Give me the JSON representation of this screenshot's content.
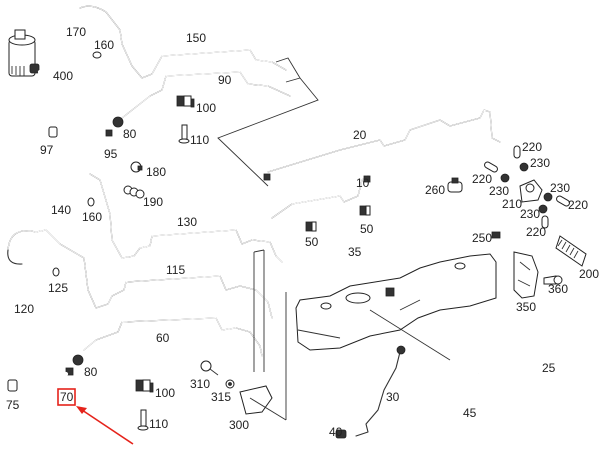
{
  "diagram": {
    "title": "Fuel system exploded parts diagram",
    "highlight_color": "#e5231b",
    "highlighted_callout": "70",
    "callouts": {
      "c170": "170",
      "c160a": "160",
      "c150": "150",
      "c400": "400",
      "c90": "90",
      "c100a": "100",
      "c80a": "80",
      "c97": "97",
      "c95": "95",
      "c110a": "110",
      "c20": "20",
      "c220a": "220",
      "c230a": "230",
      "c180": "180",
      "c260": "260",
      "c220b": "220",
      "c230b": "230",
      "c10": "10",
      "c230c": "230",
      "c210": "210",
      "c220c": "220",
      "c140": "140",
      "c160b": "160",
      "c190": "190",
      "c230d": "230",
      "c220d": "220",
      "c130": "130",
      "c50a": "50",
      "c50b": "50",
      "c250": "250",
      "c35": "35",
      "c200": "200",
      "c125": "125",
      "c115": "115",
      "c360": "360",
      "c120": "120",
      "c350": "350",
      "c60": "60",
      "c80b": "80",
      "c25": "25",
      "c310": "310",
      "c100b": "100",
      "c75": "75",
      "c70": "70",
      "c315": "315",
      "c30": "30",
      "c110b": "110",
      "c45": "45",
      "c300": "300",
      "c40": "40"
    }
  }
}
